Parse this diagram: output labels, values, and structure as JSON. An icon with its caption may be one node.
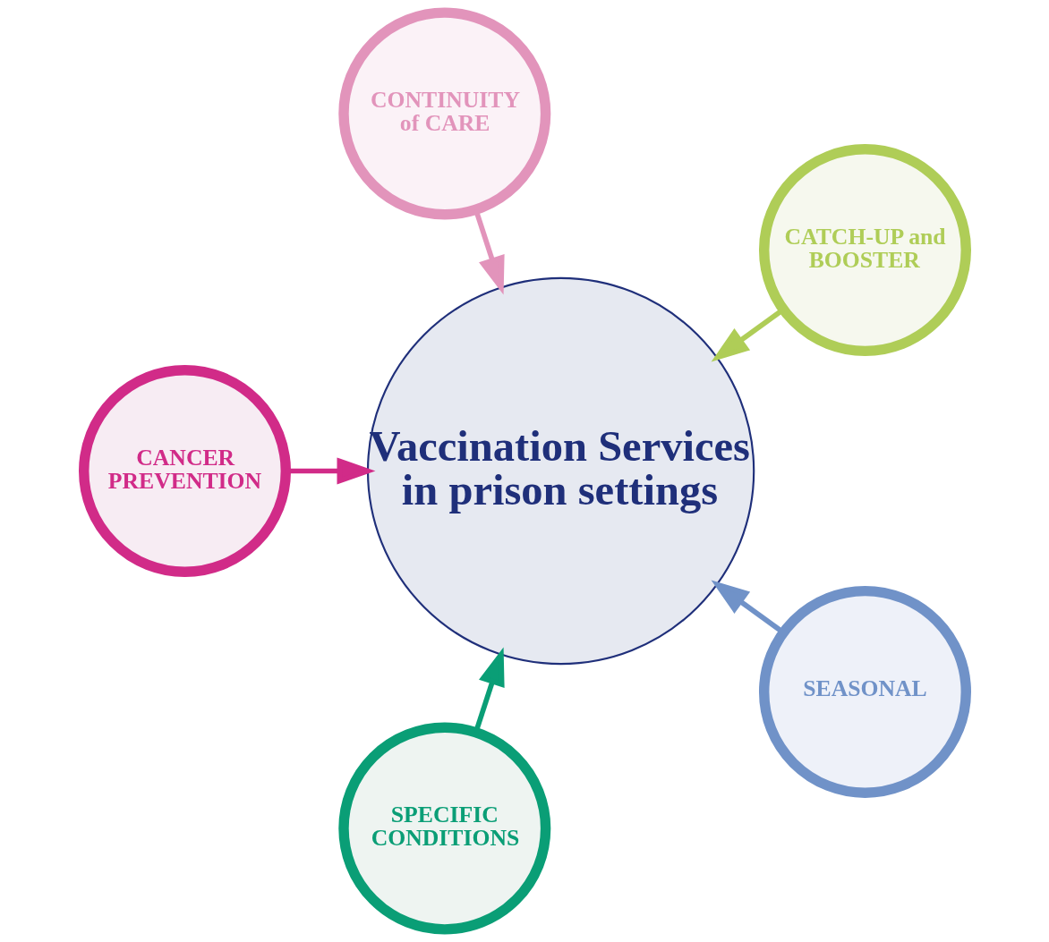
{
  "diagram": {
    "nodes": [
      {
        "text": [
          "Vaccination Services in prison settings"
        ]
      },
      {
        "text": [
          "CATCH-UP and BOOSTER"
        ]
      },
      {
        "text": [
          "CONTINUITY of CARE"
        ]
      },
      {
        "text": [
          "CANCER PREVENTION"
        ]
      },
      {
        "text": [
          "SPECIFIC CONDITIONS"
        ]
      },
      {
        "text": [
          "SEASONAL"
        ]
      }
    ],
    "edges": [
      {
        "from": 1,
        "to": 0,
        "arrow": "to",
        "color": "#afcd57"
      },
      {
        "from": 2,
        "to": 0,
        "arrow": "to",
        "color": "#e294bb"
      },
      {
        "from": 3,
        "to": 0,
        "arrow": "to",
        "color": "#d12b88"
      },
      {
        "from": 4,
        "to": 0,
        "arrow": "to",
        "color": "#0a9e76"
      },
      {
        "from": 5,
        "to": 0,
        "arrow": "to",
        "color": "#7092c8"
      }
    ]
  }
}
